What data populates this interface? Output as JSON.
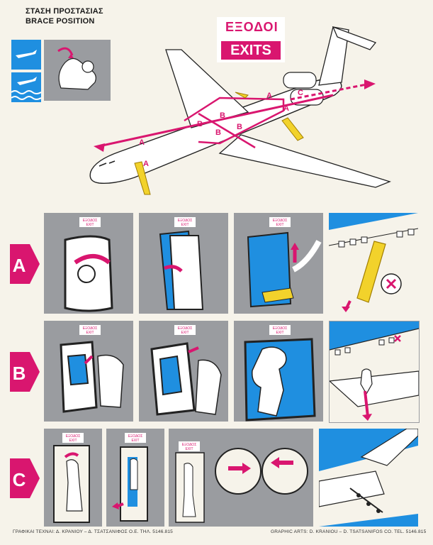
{
  "brace": {
    "title_gr": "ΣΤΑΣΗ ΠΡΟΣΤΑΣΙΑΣ",
    "title_en": "BRACE POSITION"
  },
  "exits": {
    "title_gr": "ΕΞΟΔΟΙ",
    "title_en": "EXITS"
  },
  "rows": [
    {
      "label": "A",
      "sign_gr": "ΕΞΟΔΟΣ",
      "sign_en": "EXIT"
    },
    {
      "label": "B",
      "sign_gr": "ΕΞΟΔΟΣ",
      "sign_en": "EXIT"
    },
    {
      "label": "C",
      "sign_gr": "ΕΞΟΔΟΣ",
      "sign_en": "EXIT"
    }
  ],
  "diagram_labels": [
    "A",
    "A",
    "B",
    "B",
    "B",
    "B",
    "A",
    "A",
    "C"
  ],
  "footer": {
    "left": "ΓΡΑΦΙΚΑΙ ΤΕΧΝΑΙ: Δ. ΚΡΑΝΙΟΥ – Δ. ΤΣΑΤΣΑΝΙΦΟΣ Ο.Ε. ΤΗΛ. 5146.815",
    "right": "GRAPHIC ARTS: D. KRANIOU – D. TSATSANIFOS CO. TEL. 5146.815"
  },
  "colors": {
    "magenta": "#d9166f",
    "blue": "#1f8fe0",
    "panel_gray": "#9a9ca0",
    "yellow": "#f2d22b",
    "paper": "#f6f3ea"
  }
}
